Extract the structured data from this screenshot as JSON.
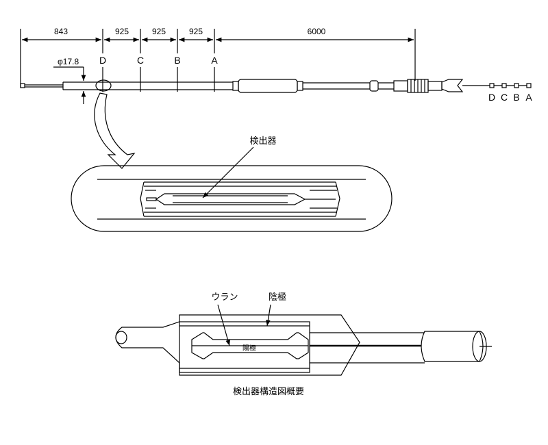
{
  "top_assembly": {
    "dimensions": [
      "843",
      "925",
      "925",
      "925",
      "6000"
    ],
    "diameter_label": "φ17.8",
    "position_labels": [
      "D",
      "C",
      "B",
      "A"
    ],
    "connector_labels": [
      "D",
      "C",
      "B",
      "A"
    ]
  },
  "detail_view": {
    "detector_label": "検出器"
  },
  "structure_view": {
    "uranium_label": "ウラン",
    "cathode_label": "陰極",
    "anode_label": "陽極",
    "caption": "検出器構造図概要"
  }
}
